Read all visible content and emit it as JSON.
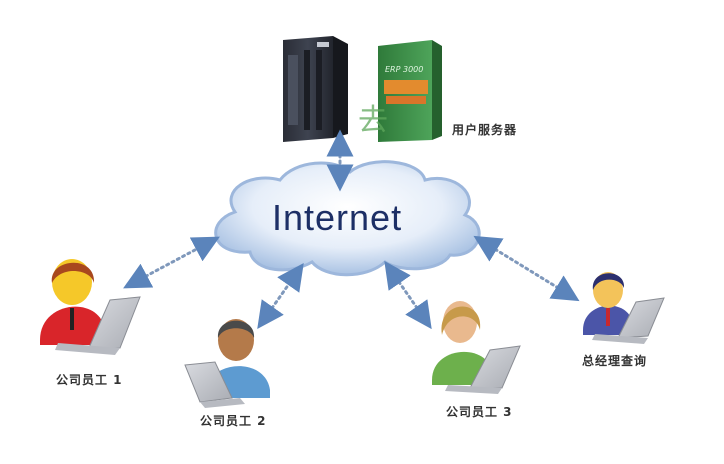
{
  "diagram": {
    "center": {
      "label": "Internet",
      "shape": "cloud",
      "color": "#c9d9ef",
      "text_color": "#1d2f66"
    },
    "server": {
      "label": "用户服务器",
      "watermark": "去"
    },
    "nodes": [
      {
        "id": "employee1",
        "label": "公司员工 1",
        "shirt_color": "#d9252a",
        "hair_color": "#a8481e"
      },
      {
        "id": "employee2",
        "label": "公司员工 2",
        "shirt_color": "#5d9bd1",
        "hair_color": "#4a4a4a"
      },
      {
        "id": "employee3",
        "label": "公司员工 3",
        "shirt_color": "#6db04c",
        "hair_color": "#c79a4a"
      },
      {
        "id": "manager",
        "label": "总经理查询",
        "shirt_color": "#4b55a8",
        "hair_color": "#2c2f6e"
      }
    ],
    "connections": [
      {
        "from": "server",
        "to": "Internet",
        "style": "dotted bidirectional"
      },
      {
        "from": "employee1",
        "to": "Internet",
        "style": "dotted bidirectional"
      },
      {
        "from": "employee2",
        "to": "Internet",
        "style": "dotted bidirectional"
      },
      {
        "from": "employee3",
        "to": "Internet",
        "style": "dotted bidirectional"
      },
      {
        "from": "manager",
        "to": "Internet",
        "style": "dotted bidirectional"
      }
    ],
    "arrow_color": "#5b84bb"
  }
}
